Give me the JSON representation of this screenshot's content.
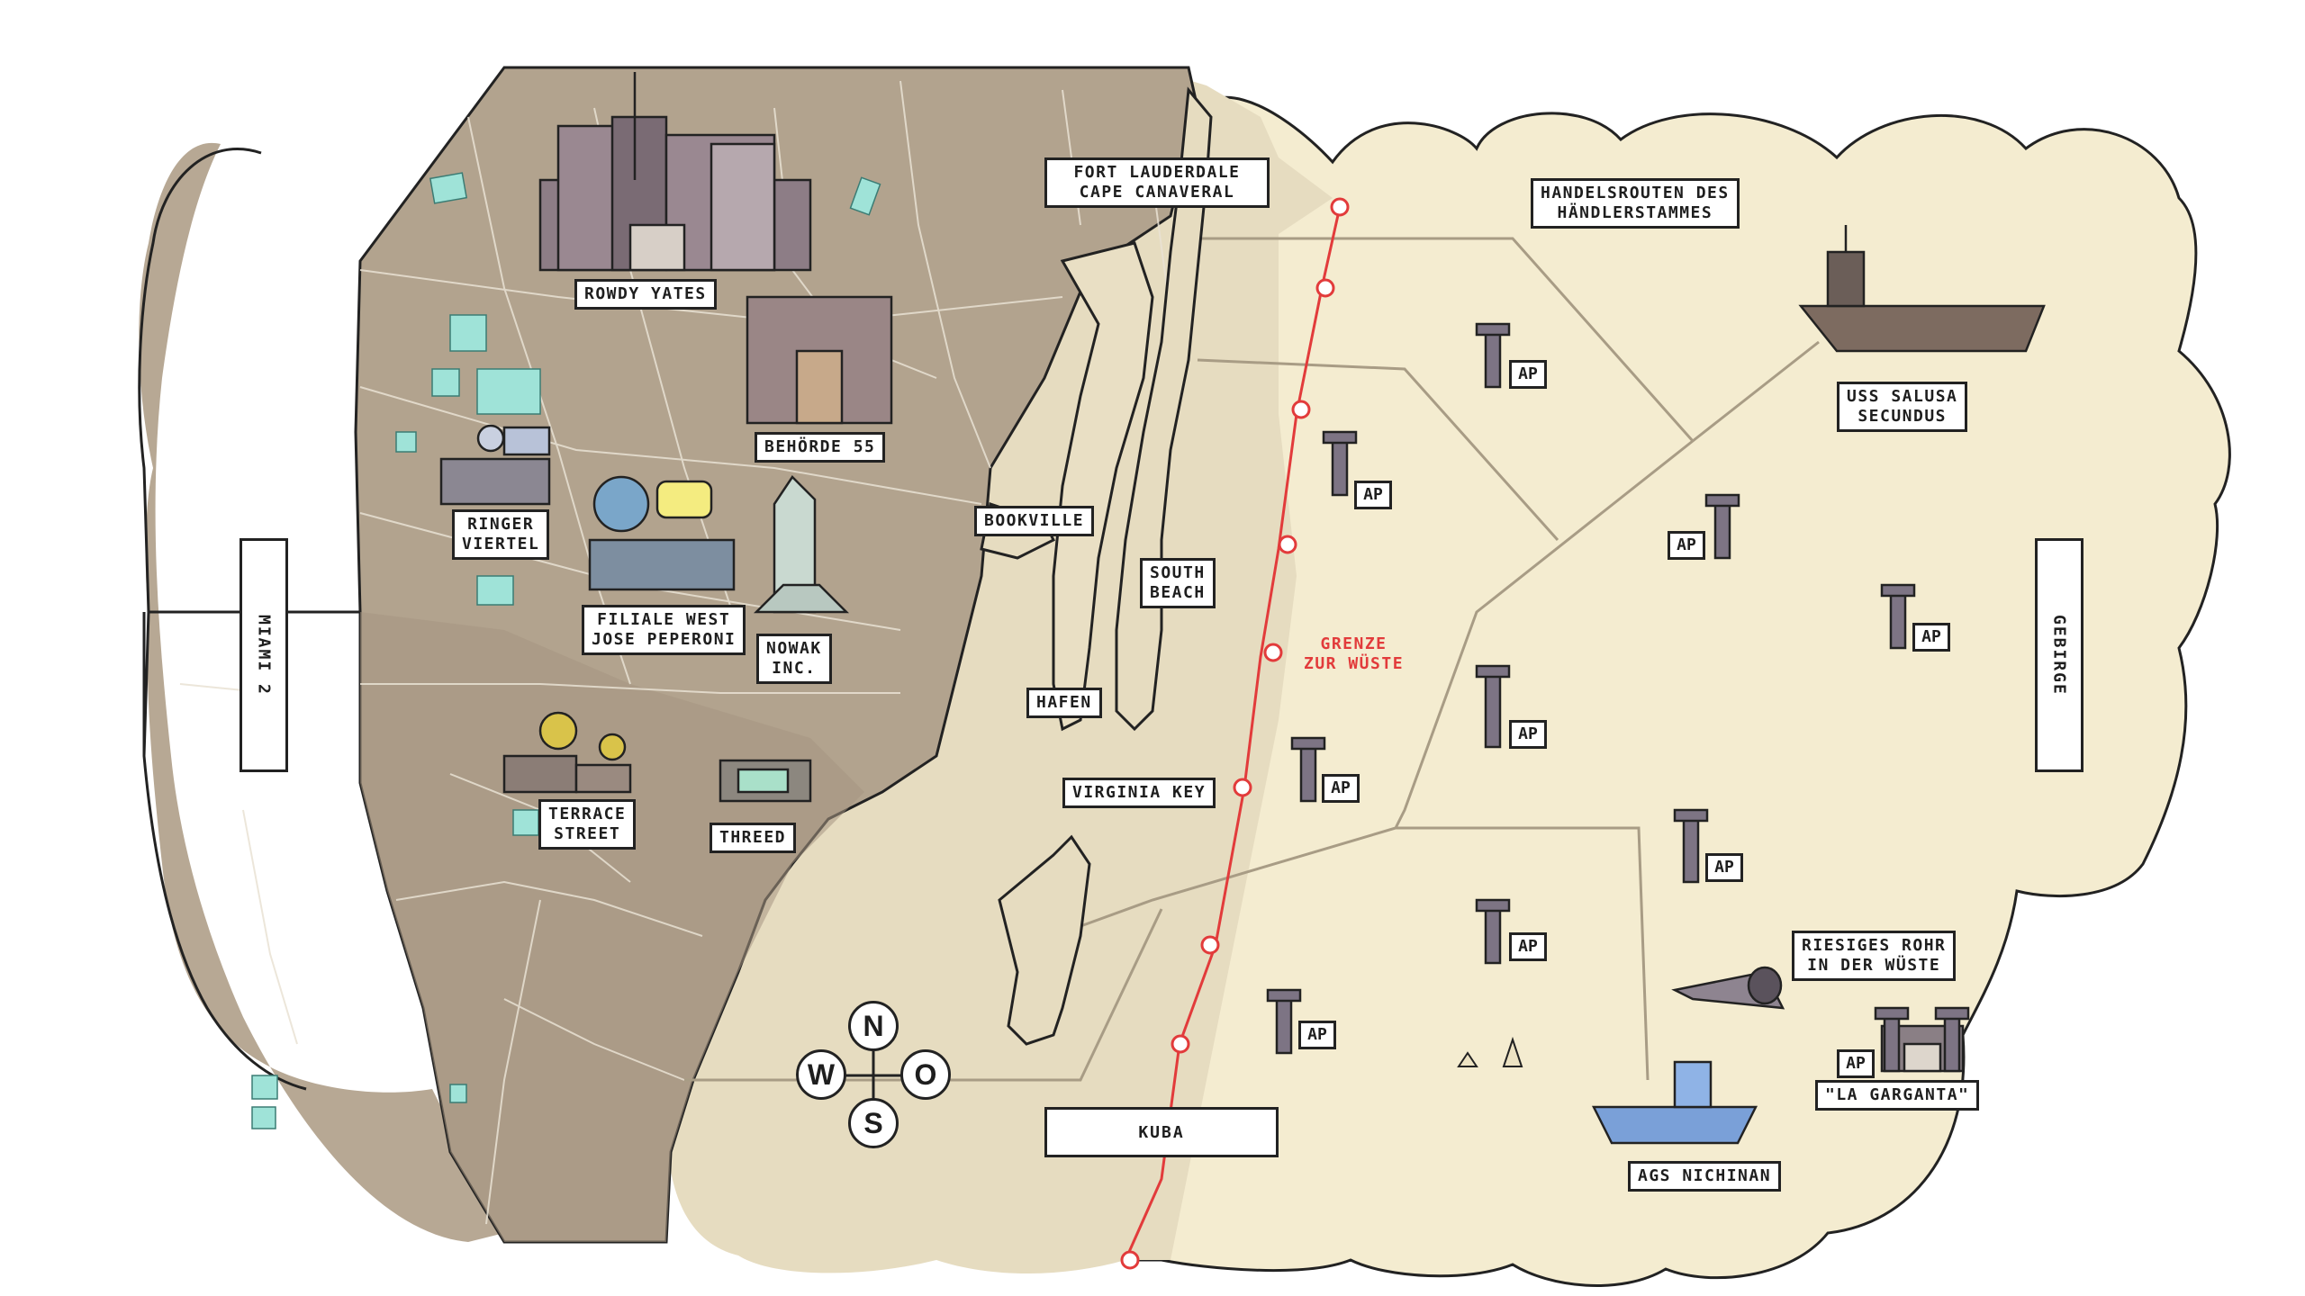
{
  "colors": {
    "city": "#b7a894",
    "city_dark": "#a59682",
    "coast": "#e6dcc0",
    "desert": "#f4ecd0",
    "outline": "#222222",
    "border_line": "#e23b3b",
    "route": "#a89c85",
    "water_patch": "#9fe3d8"
  },
  "labels": {
    "rowdy_yates": "ROWDY YATES",
    "behoerde": "BEHÖRDE 55",
    "ringer_1": "RINGER",
    "ringer_2": "VIERTEL",
    "filiale_1": "FILIALE WEST",
    "filiale_2": "JOSE PEPERONI",
    "nowak_1": "NOWAK",
    "nowak_2": "INC.",
    "terrace_1": "TERRACE",
    "terrace_2": "STREET",
    "threed": "THREED",
    "fort_1": "FORT LAUDERDALE",
    "fort_2": "CAPE CANAVERAL",
    "bookville": "BOOKVILLE",
    "south_1": "SOUTH",
    "south_2": "BEACH",
    "hafen": "HAFEN",
    "virginia": "VIRGINIA KEY",
    "kuba": "KUBA",
    "grenze_1": "GRENZE",
    "grenze_2": "ZUR WÜSTE",
    "handel_1": "HANDELSROUTEN DES",
    "handel_2": "HÄNDLERSTAMMES",
    "uss_1": "USS SALUSA",
    "uss_2": "SECUNDUS",
    "rohr_1": "RIESIGES ROHR",
    "rohr_2": "IN DER WÜSTE",
    "garganta": "\"LA GARGANTA\"",
    "ags": "AGS NICHINAN",
    "miami2": "MIAMI 2",
    "gebirge": "GEBIRGE"
  },
  "ap_label": "AP",
  "compass": {
    "n": "N",
    "s": "S",
    "w": "W",
    "o": "O"
  }
}
